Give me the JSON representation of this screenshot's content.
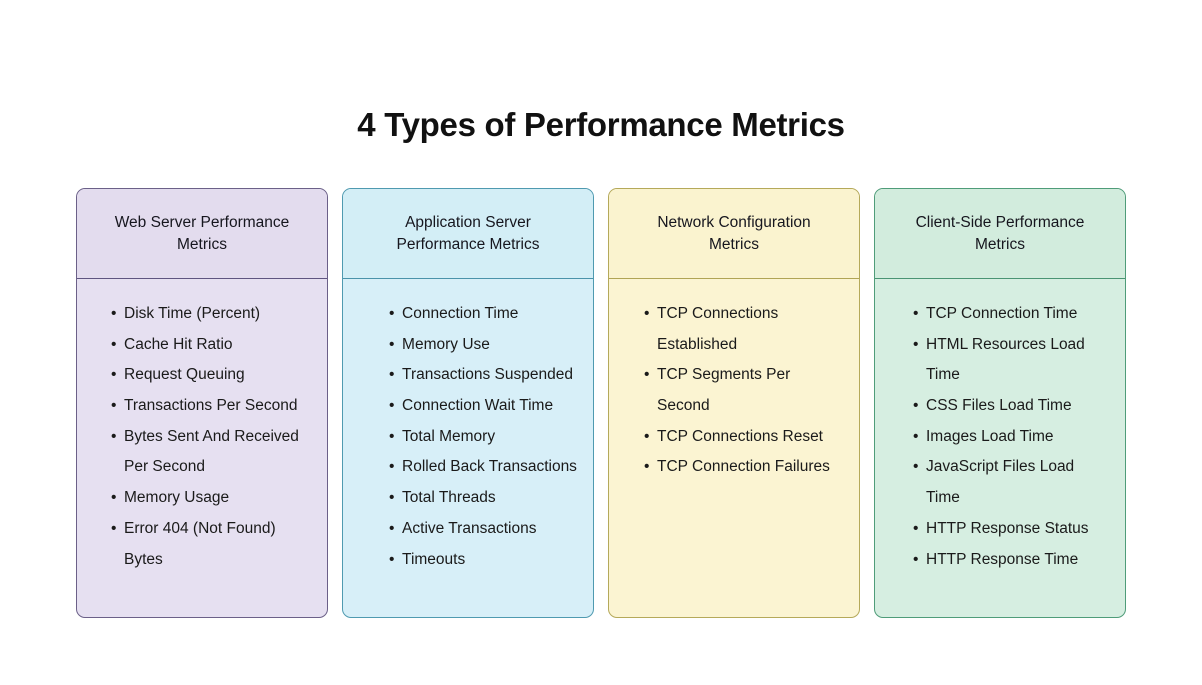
{
  "page": {
    "title": "4 Types of Performance Metrics",
    "background": "#ffffff",
    "title_color": "#111111"
  },
  "columns": [
    {
      "id": "web-server",
      "header": "Web Server Performance Metrics",
      "colors": {
        "header_bg": "#e3dcee",
        "body_bg": "#e6e0f1",
        "border": "#6b6088",
        "divider": "#5f5580"
      },
      "items": [
        "Disk Time (Percent)",
        "Cache Hit Ratio",
        "Request Queuing",
        "Transactions Per Second",
        "Bytes Sent And Received Per Second",
        "Memory Usage",
        "Error 404 (Not Found) Bytes"
      ]
    },
    {
      "id": "application-server",
      "header": "Application Server Performance Metrics",
      "colors": {
        "header_bg": "#d3eef6",
        "body_bg": "#d7eff8",
        "border": "#4f9ab0",
        "divider": "#4a93aa"
      },
      "items": [
        "Connection Time",
        "Memory Use",
        "Transactions Suspended",
        "Connection Wait Time",
        "Total Memory",
        "Rolled Back Transactions",
        "Total Threads",
        "Active Transactions",
        "Timeouts"
      ]
    },
    {
      "id": "network-configuration",
      "header": "Network Configuration Metrics",
      "colors": {
        "header_bg": "#faf3cf",
        "body_bg": "#fbf4d2",
        "border": "#b5a95a",
        "divider": "#b0a455"
      },
      "items": [
        "TCP Connections Established",
        "TCP Segments Per Second",
        "TCP Connections Reset",
        "TCP Connection Failures"
      ]
    },
    {
      "id": "client-side",
      "header": "Client-Side Performance Metrics",
      "colors": {
        "header_bg": "#d2ecdd",
        "body_bg": "#d6eee1",
        "border": "#4f9c79",
        "divider": "#4a9473"
      },
      "items": [
        "TCP Connection Time",
        "HTML Resources Load Time",
        "CSS Files Load Time",
        "Images Load Time",
        "JavaScript Files Load Time",
        "HTTP Response Status",
        "HTTP Response Time"
      ]
    }
  ]
}
